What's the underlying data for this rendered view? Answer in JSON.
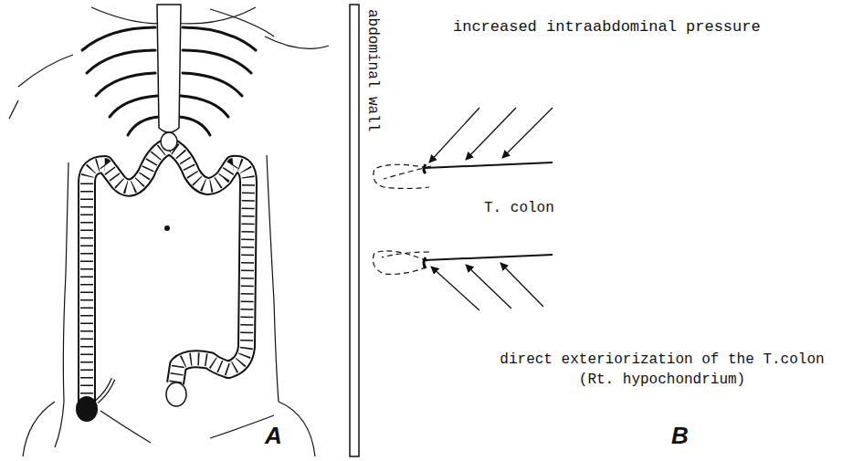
{
  "diagram": {
    "labels": [
      "A",
      "B",
      "abdominal wall",
      "increased intraabdominal pressure",
      "T. colon",
      "direct exteriorization of the T.colon (Rt. hypochondrium)"
    ]
  }
}
